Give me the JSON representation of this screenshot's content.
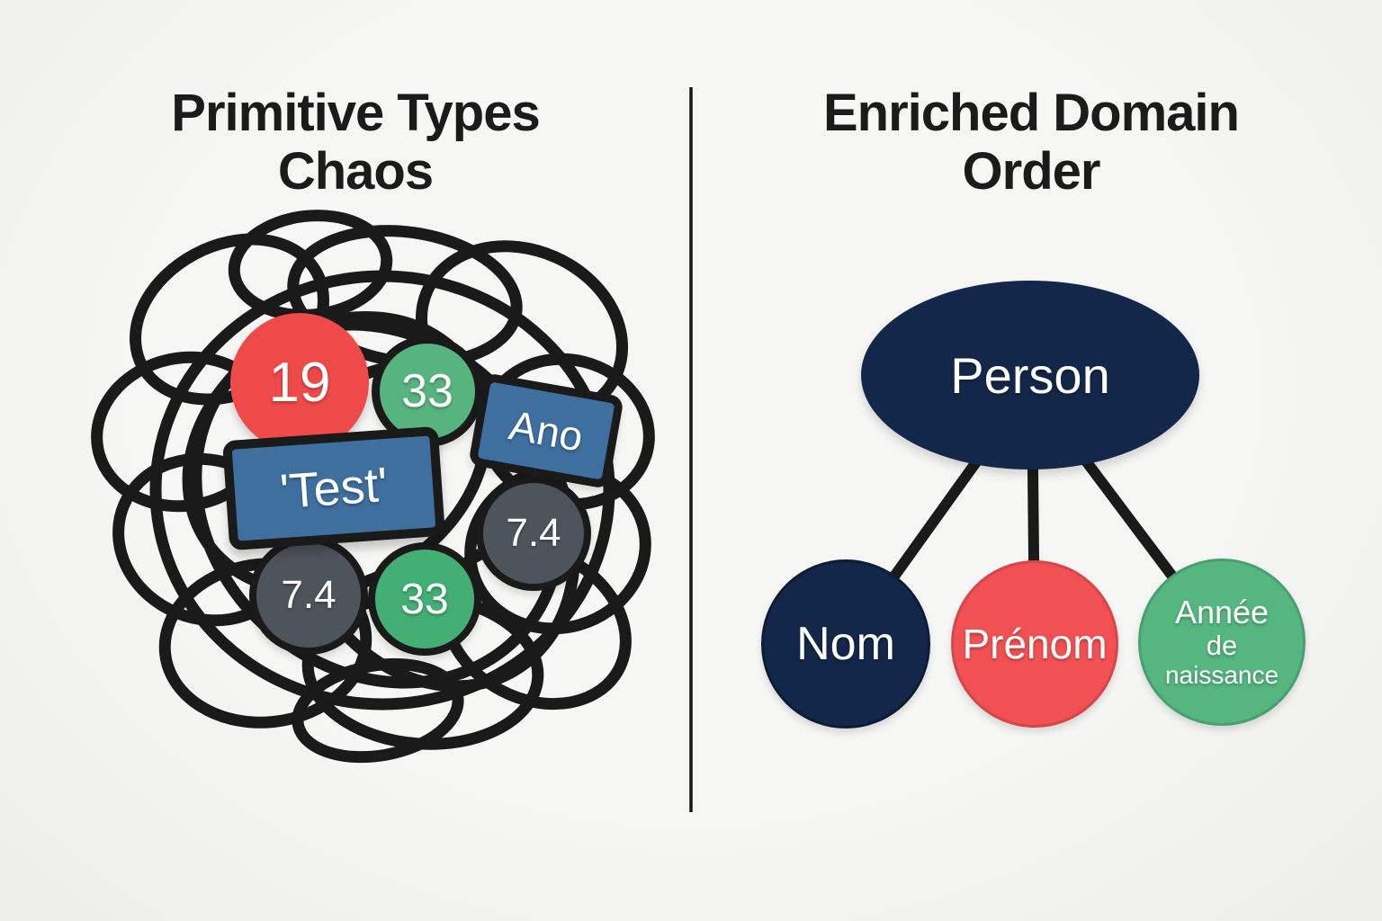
{
  "page": {
    "background_color": "#f2f2f0",
    "ink_color": "#1a1a1a",
    "divider": {
      "visible": true,
      "color": "#141414"
    }
  },
  "left_panel": {
    "title_line1": "Primitive Types",
    "title_line2": "Chaos",
    "values": [
      {
        "label": "19",
        "kind": "integer",
        "shape": "circle",
        "color": "#ee4a4a"
      },
      {
        "label": "33",
        "kind": "integer",
        "shape": "circle",
        "color": "#57b47e"
      },
      {
        "label": "Ano",
        "kind": "string",
        "shape": "rectangle",
        "color": "#3e6f9f"
      },
      {
        "label": "'Test'",
        "kind": "string",
        "shape": "rectangle",
        "color": "#3e6f9f"
      },
      {
        "label": "7.4",
        "kind": "float",
        "shape": "circle",
        "color": "#4e545b"
      },
      {
        "label": "7.4",
        "kind": "float",
        "shape": "circle",
        "color": "#4e545b"
      },
      {
        "label": "33",
        "kind": "integer",
        "shape": "circle",
        "color": "#43af74"
      }
    ]
  },
  "right_panel": {
    "title_line1": "Enriched Domain",
    "title_line2": "Order",
    "root_entity": {
      "label": "Person",
      "color": "#12274a"
    },
    "attributes": [
      {
        "label": "Nom",
        "color": "#12274a"
      },
      {
        "label": "Prénom",
        "color": "#f15153"
      },
      {
        "label": "Année de naissance",
        "line1": "Année",
        "line2": "de",
        "line3": "naissance",
        "color": "#55b67f"
      }
    ]
  }
}
